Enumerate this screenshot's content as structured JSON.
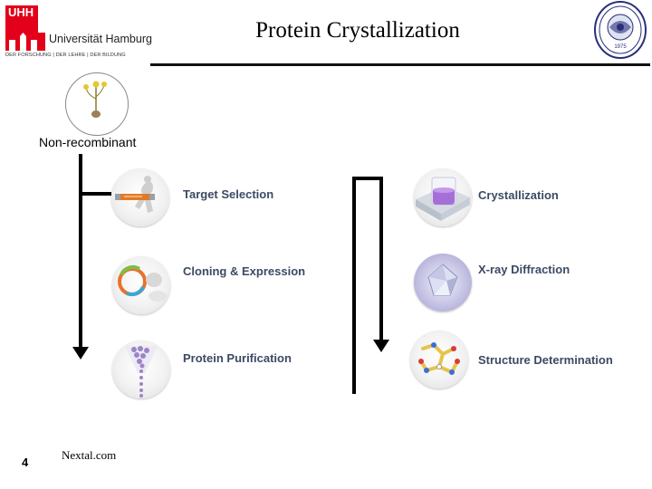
{
  "header": {
    "logo_mark": "UHH",
    "logo_name": "Universität Hamburg",
    "logo_tagline": "DER FORSCHUNG | DER LEHRE | DER BILDUNG",
    "title": "Protein Crystallization",
    "seal_year": "1975"
  },
  "diagram": {
    "source_label": "Non-recombinant",
    "steps": [
      {
        "label": "Target Selection",
        "icon": "target-selection-icon"
      },
      {
        "label": "Cloning & Expression",
        "icon": "plasmid-icon"
      },
      {
        "label": "Protein Purification",
        "icon": "funnel-icon"
      },
      {
        "label": "Crystallization",
        "icon": "crystallization-tray-icon"
      },
      {
        "label": "X-ray Diffraction",
        "icon": "crystal-icon"
      },
      {
        "label": "Structure Determination",
        "icon": "molecule-structure-icon"
      }
    ]
  },
  "footer": {
    "page_number": "4",
    "credit": "Nextal.com"
  },
  "colors": {
    "brand_red": "#e2001a",
    "step_text": "#3c4a63",
    "line": "#000000"
  }
}
